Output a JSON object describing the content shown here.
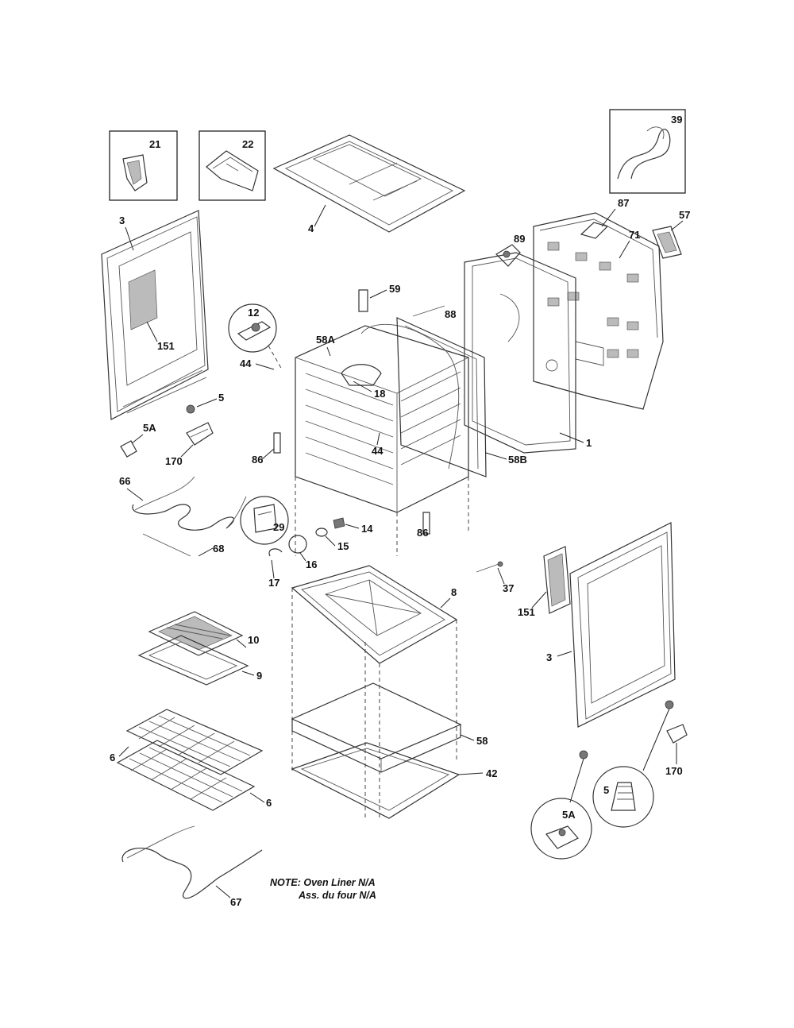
{
  "callouts": {
    "c21": "21",
    "c22": "22",
    "c4": "4",
    "c39": "39",
    "c87a": "87",
    "c57": "57",
    "c71": "71",
    "c89": "89",
    "c3a": "3",
    "c151a": "151",
    "c59": "59",
    "c88": "88",
    "c12": "12",
    "c58a": "58A",
    "c44a": "44",
    "c18": "18",
    "c5a": "5",
    "c5Aa": "5A",
    "c170a": "170",
    "c86a": "86",
    "c44b": "44",
    "c1": "1",
    "c58b": "58B",
    "c66": "66",
    "c29": "29",
    "c14": "14",
    "c15": "15",
    "c68": "68",
    "c16": "16",
    "c86b": "86",
    "c17": "17",
    "c8": "8",
    "c37": "37",
    "c151b": "151",
    "c3b": "3",
    "c10": "10",
    "c9": "9",
    "c6a": "6",
    "c58": "58",
    "c42": "42",
    "c6b": "6",
    "c170b": "170",
    "c5b": "5",
    "c5Ab": "5A",
    "c67": "67"
  },
  "note": {
    "line1": "NOTE: Oven Liner N/A",
    "line2": "Ass. du four N/A"
  }
}
